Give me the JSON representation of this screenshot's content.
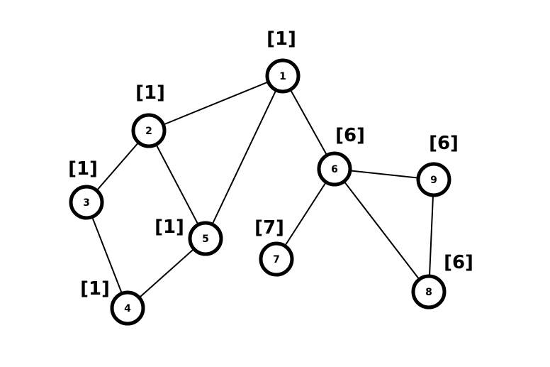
{
  "graph": {
    "nodes": [
      {
        "id": "1",
        "tag": "[1]"
      },
      {
        "id": "2",
        "tag": "[1]"
      },
      {
        "id": "3",
        "tag": "[1]"
      },
      {
        "id": "4",
        "tag": "[1]"
      },
      {
        "id": "5",
        "tag": "[1]"
      },
      {
        "id": "6",
        "tag": "[6]"
      },
      {
        "id": "7",
        "tag": "[7]"
      },
      {
        "id": "8",
        "tag": "[6]"
      },
      {
        "id": "9",
        "tag": "[6]"
      }
    ],
    "edges": [
      [
        "1",
        "2"
      ],
      [
        "1",
        "5"
      ],
      [
        "1",
        "6"
      ],
      [
        "2",
        "3"
      ],
      [
        "2",
        "5"
      ],
      [
        "3",
        "4"
      ],
      [
        "4",
        "5"
      ],
      [
        "6",
        "7"
      ],
      [
        "6",
        "8"
      ],
      [
        "6",
        "9"
      ],
      [
        "9",
        "8"
      ]
    ]
  }
}
